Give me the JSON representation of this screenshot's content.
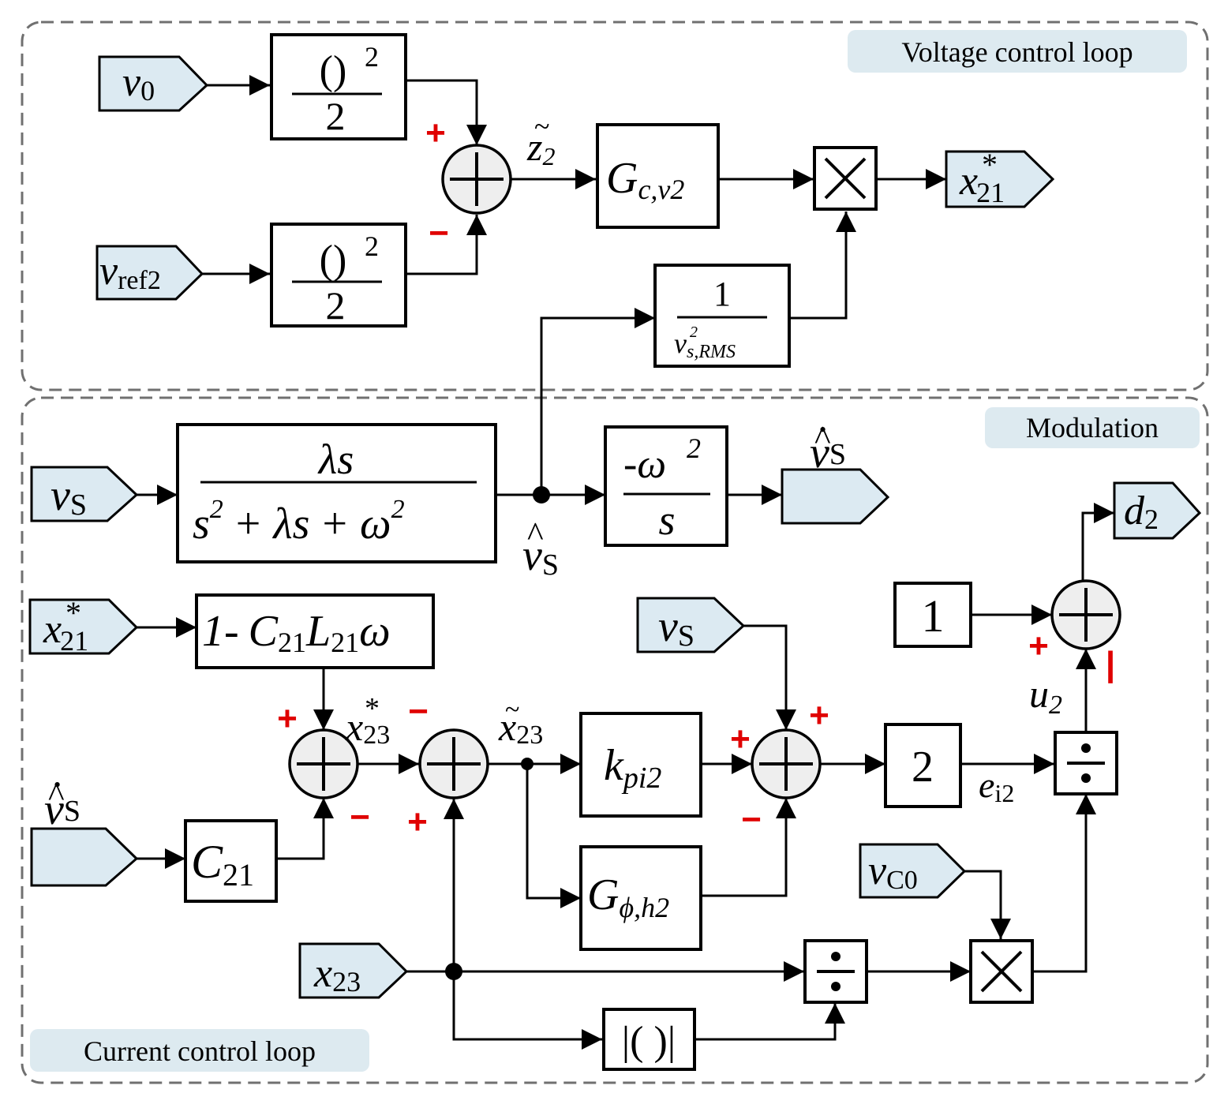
{
  "regions": {
    "voltage": "Voltage control loop",
    "modulation": "Modulation",
    "current": "Current  control loop"
  },
  "symbols": {
    "v": "v",
    "x": "x",
    "z": "z",
    "s": "s",
    "d": "d",
    "u": "u",
    "e": "e",
    "G": "G",
    "k": "k",
    "C": "C",
    "L": "L",
    "lambda": "λ",
    "omega": "ω",
    "tilde": "~",
    "hat": "^",
    "dot": "•",
    "star": "*",
    "square": "2",
    "plus_op": "+",
    "parens": "()",
    "abs_parens": "|( )|"
  },
  "subscripts": {
    "zero": "0",
    "ref2": "ref2",
    "S": "S",
    "sub21": "21",
    "sub23": "23",
    "sub2": "2",
    "C0": "C0",
    "i2": "i2",
    "cv2": "c,v2",
    "sRMS": "s,RMS",
    "pi2": "pi2",
    "phih2": "ϕ,h2"
  },
  "blocks": {
    "sq_denominator": "2",
    "inv_numerator": "1",
    "neg": "-",
    "one_minus": "1-",
    "plus": "+",
    "gain_two": "2",
    "const_one": "1"
  },
  "signs": {
    "plus": "+",
    "minus": "−",
    "bar": "|"
  },
  "colors": {
    "tag_fill": "#dceaf2",
    "sign_red": "#e00000",
    "region_border": "#707070"
  }
}
